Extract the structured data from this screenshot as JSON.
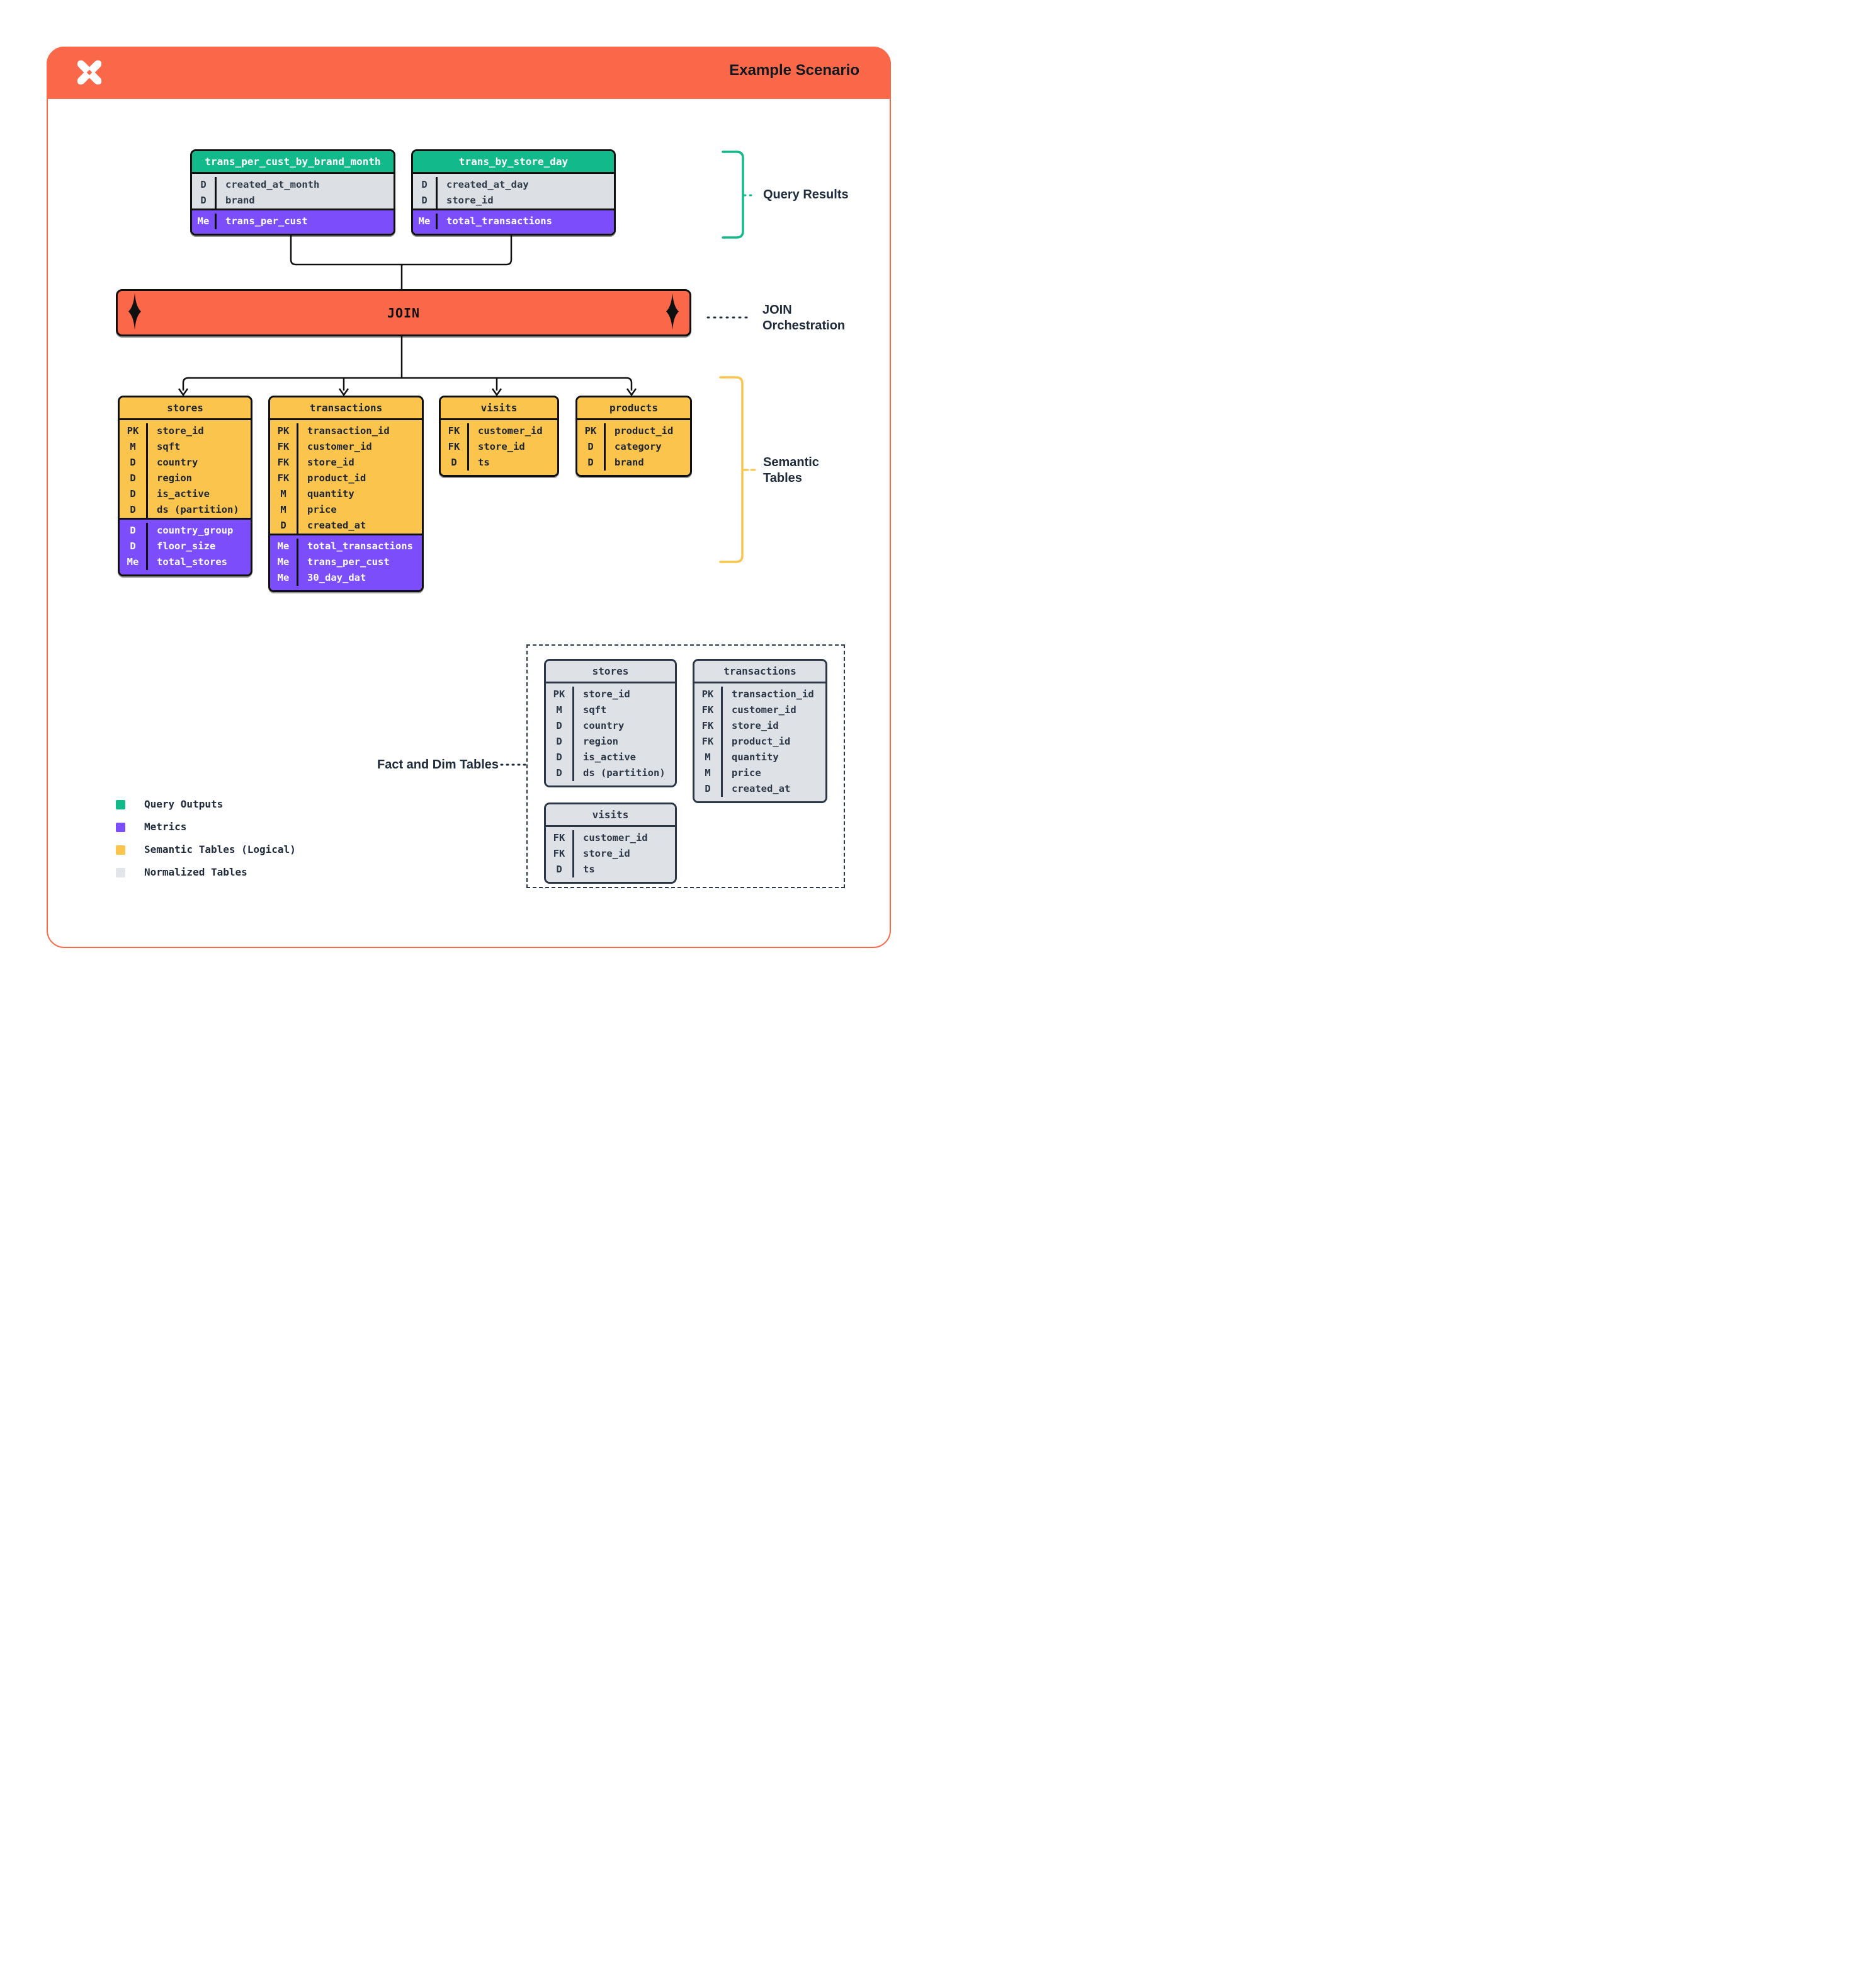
{
  "header": {
    "title": "Example Scenario",
    "logo_icon": "pinwheel-star-logo"
  },
  "join": {
    "label": "JOIN",
    "icon": "sparkle-diamond-icon"
  },
  "labels": {
    "query_results": "Query Results",
    "join_orchestration_line1": "JOIN",
    "join_orchestration_line2": "Orchestration",
    "semantic_tables_line1": "Semantic",
    "semantic_tables_line2": "Tables",
    "fact_dim": "Fact and Dim Tables"
  },
  "colors": {
    "orange": "#FA6749",
    "green": "#12B98B",
    "purple": "#7C4DFA",
    "yellow": "#FBC54D",
    "row_gray": "#DCE0E5",
    "normalized_gray": "#DEE2E7",
    "navy_text": "#202B3C",
    "border_black": "#101010"
  },
  "query_results_tables": [
    {
      "name": "trans_per_cust_by_brand_month",
      "rows": [
        {
          "k": "D",
          "f": "created_at_month",
          "sec": "base"
        },
        {
          "k": "D",
          "f": "brand",
          "sec": "base"
        },
        {
          "k": "Me",
          "f": "trans_per_cust",
          "sec": "metric"
        }
      ]
    },
    {
      "name": "trans_by_store_day",
      "rows": [
        {
          "k": "D",
          "f": "created_at_day",
          "sec": "base"
        },
        {
          "k": "D",
          "f": "store_id",
          "sec": "base"
        },
        {
          "k": "Me",
          "f": "total_transactions",
          "sec": "metric"
        }
      ]
    }
  ],
  "semantic_tables": [
    {
      "name": "stores",
      "rows": [
        {
          "k": "PK",
          "f": "store_id",
          "sec": "base"
        },
        {
          "k": "M",
          "f": "sqft",
          "sec": "base"
        },
        {
          "k": "D",
          "f": "country",
          "sec": "base"
        },
        {
          "k": "D",
          "f": "region",
          "sec": "base"
        },
        {
          "k": "D",
          "f": "is_active",
          "sec": "base"
        },
        {
          "k": "D",
          "f": "ds (partition)",
          "sec": "base"
        },
        {
          "k": "D",
          "f": "country_group",
          "sec": "metric"
        },
        {
          "k": "D",
          "f": "floor_size",
          "sec": "metric"
        },
        {
          "k": "Me",
          "f": "total_stores",
          "sec": "metric"
        }
      ]
    },
    {
      "name": "transactions",
      "rows": [
        {
          "k": "PK",
          "f": "transaction_id",
          "sec": "base"
        },
        {
          "k": "FK",
          "f": "customer_id",
          "sec": "base"
        },
        {
          "k": "FK",
          "f": "store_id",
          "sec": "base"
        },
        {
          "k": "FK",
          "f": "product_id",
          "sec": "base"
        },
        {
          "k": "M",
          "f": "quantity",
          "sec": "base"
        },
        {
          "k": "M",
          "f": "price",
          "sec": "base"
        },
        {
          "k": "D",
          "f": "created_at",
          "sec": "base"
        },
        {
          "k": "Me",
          "f": "total_transactions",
          "sec": "metric"
        },
        {
          "k": "Me",
          "f": "trans_per_cust",
          "sec": "metric"
        },
        {
          "k": "Me",
          "f": "30_day_dat",
          "sec": "metric"
        }
      ]
    },
    {
      "name": "visits",
      "rows": [
        {
          "k": "FK",
          "f": "customer_id",
          "sec": "base"
        },
        {
          "k": "FK",
          "f": "store_id",
          "sec": "base"
        },
        {
          "k": "D",
          "f": "ts",
          "sec": "base"
        }
      ]
    },
    {
      "name": "products",
      "rows": [
        {
          "k": "PK",
          "f": "product_id",
          "sec": "base"
        },
        {
          "k": "D",
          "f": "category",
          "sec": "base"
        },
        {
          "k": "D",
          "f": "brand",
          "sec": "base"
        }
      ]
    }
  ],
  "normalized_tables": [
    {
      "name": "stores",
      "rows": [
        {
          "k": "PK",
          "f": "store_id",
          "sec": "base"
        },
        {
          "k": "M",
          "f": "sqft",
          "sec": "base"
        },
        {
          "k": "D",
          "f": "country",
          "sec": "base"
        },
        {
          "k": "D",
          "f": "region",
          "sec": "base"
        },
        {
          "k": "D",
          "f": "is_active",
          "sec": "base"
        },
        {
          "k": "D",
          "f": "ds (partition)",
          "sec": "base"
        }
      ]
    },
    {
      "name": "transactions",
      "rows": [
        {
          "k": "PK",
          "f": "transaction_id",
          "sec": "base"
        },
        {
          "k": "FK",
          "f": "customer_id",
          "sec": "base"
        },
        {
          "k": "FK",
          "f": "store_id",
          "sec": "base"
        },
        {
          "k": "FK",
          "f": "product_id",
          "sec": "base"
        },
        {
          "k": "M",
          "f": "quantity",
          "sec": "base"
        },
        {
          "k": "M",
          "f": "price",
          "sec": "base"
        },
        {
          "k": "D",
          "f": "created_at",
          "sec": "base"
        }
      ]
    },
    {
      "name": "visits",
      "rows": [
        {
          "k": "FK",
          "f": "customer_id",
          "sec": "base"
        },
        {
          "k": "FK",
          "f": "store_id",
          "sec": "base"
        },
        {
          "k": "D",
          "f": "ts",
          "sec": "base"
        }
      ]
    }
  ],
  "legend": [
    {
      "label": "Query Outputs",
      "color": "#12B98B"
    },
    {
      "label": "Metrics",
      "color": "#7C4DFA"
    },
    {
      "label": "Semantic Tables (Logical)",
      "color": "#FBC54D"
    },
    {
      "label": "Normalized Tables",
      "color": "#E2E5EA"
    }
  ]
}
